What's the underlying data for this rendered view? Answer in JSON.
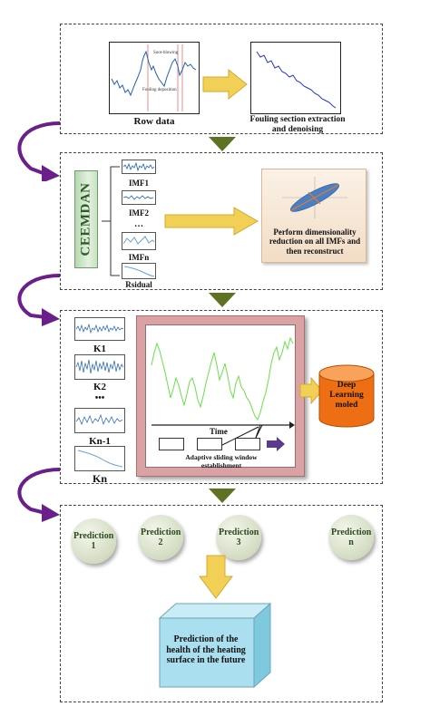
{
  "stage1": {
    "raw_label": "Row data",
    "annotation_soot": "Soot-blowing",
    "annotation_fouling": "Fouling deposition",
    "result_label": "Fouling section extraction and denoising"
  },
  "stage2": {
    "method": "CEEMDAN",
    "imf_labels": [
      "IMF1",
      "IMF2",
      "…",
      "IMFn",
      "Rsidual"
    ],
    "result_label": "Perform dimensionality reduction on all IMFs and then reconstruct"
  },
  "stage3": {
    "component_labels": [
      "K1",
      "K2",
      "•••",
      "Kn-1",
      "Kn"
    ],
    "time_label": "Time",
    "window_label": "Adaptive sliding window establishment",
    "model_label": "Deep Learning moled"
  },
  "stage4": {
    "predictions": [
      "Prediction 1",
      "Prediction 2",
      "Prediction 3",
      "Prediction n"
    ],
    "final_label": "Prediction of the health of the heating surface in the future"
  },
  "colors": {
    "arrow_yellow": "#f2cf55",
    "triangle_green": "#5e7224",
    "curve_purple": "#6a1f8a",
    "frame_pink": "#d9a3a5",
    "signal_green": "#69e04a",
    "model_orange": "#f07a1c",
    "cube_blue": "#a9dfee",
    "series_blue": "#1f5fb0"
  }
}
